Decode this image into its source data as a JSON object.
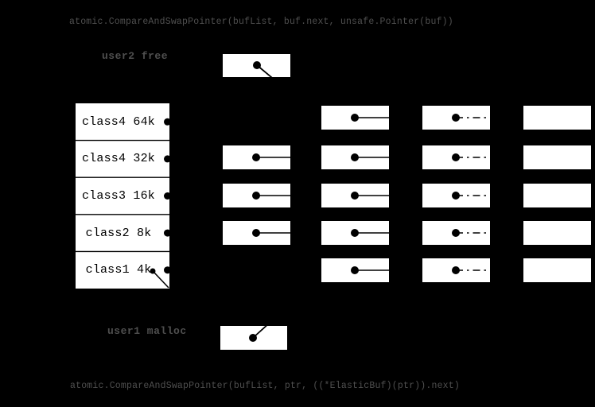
{
  "header": {
    "code_top": "atomic.CompareAndSwapPointer(bufList, buf.next, unsafe.Pointer(buf))"
  },
  "footer": {
    "code_bottom": "atomic.CompareAndSwapPointer(bufList, ptr, ((*ElasticBuf)(ptr)).next)"
  },
  "labels": {
    "user2": "user2 free",
    "user1": "user1 malloc"
  },
  "size_classes": [
    {
      "label": "class4 64k"
    },
    {
      "label": "class4 32k"
    },
    {
      "label": "class3 16k"
    },
    {
      "label": "class2 8k"
    },
    {
      "label": "class1 4k"
    }
  ],
  "diagram": {
    "grid_columns": [
      {
        "id": "col-1",
        "line_style": "solid",
        "rows": [
          2,
          3,
          4
        ]
      },
      {
        "id": "col-2",
        "line_style": "solid",
        "rows": [
          1,
          2,
          3,
          4,
          5
        ]
      },
      {
        "id": "col-3",
        "line_style": "dashdot",
        "rows": [
          1,
          2,
          3,
          4,
          5
        ]
      },
      {
        "id": "col-4",
        "line_style": "empty",
        "rows": [
          1,
          2,
          3,
          4,
          5
        ]
      }
    ],
    "user2_pointer_direction": "down-right",
    "user1_pointer_direction": "up-right",
    "class1_extra_pointer": "down-right-from-label"
  },
  "colors": {
    "background": "#000000",
    "box_fill": "#ffffff",
    "ink": "#000000",
    "dim_text": "#4f4f4f"
  }
}
